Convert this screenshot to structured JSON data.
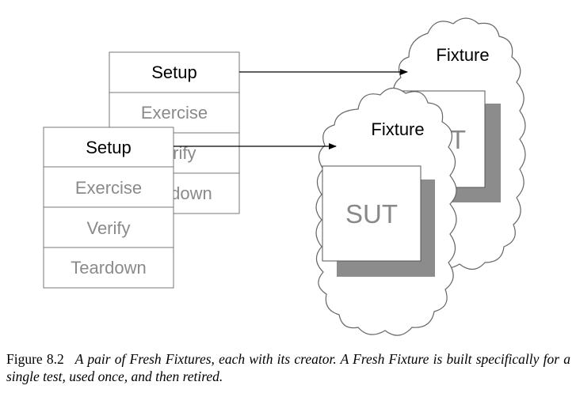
{
  "back_stack": {
    "rows": [
      "Setup",
      "Exercise",
      "Verify",
      "Teardown"
    ]
  },
  "front_stack": {
    "rows": [
      "Setup",
      "Exercise",
      "Verify",
      "Teardown"
    ]
  },
  "back_fixture": {
    "label": "Fixture",
    "sut_label": "SUT"
  },
  "front_fixture": {
    "label": "Fixture",
    "sut_label": "SUT"
  },
  "caption": {
    "figure_label": "Figure 8.2",
    "text": "A pair of Fresh Fixtures, each with its creator. A Fresh Fixture is built specifically for a single test, used once, and then retired."
  },
  "colors": {
    "border": "#777777",
    "shadow": "#8c8c8c",
    "dim_text": "#8a8a8a",
    "line": "#000000"
  }
}
